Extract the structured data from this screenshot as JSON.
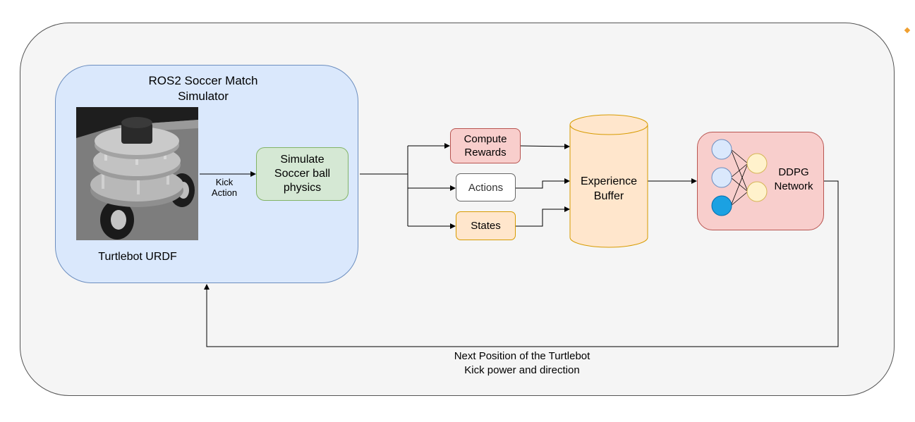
{
  "simulator": {
    "title_line1": "ROS2 Soccer Match",
    "title_line2": "Simulator",
    "robot_caption": "Turtlebot URDF",
    "physics_line1": "Simulate",
    "physics_line2": "Soccer ball",
    "physics_line3": "physics",
    "kick_line1": "Kick",
    "kick_line2": "Action"
  },
  "signals": {
    "rewards_line1": "Compute",
    "rewards_line2": "Rewards",
    "actions": "Actions",
    "states": "States"
  },
  "buffer": {
    "line1": "Experience",
    "line2": "Buffer"
  },
  "ddpg": {
    "line1": "DDPG",
    "line2": "Network"
  },
  "feedback": {
    "line1": "Next Position of the Turtlebot",
    "line2": "Kick power and direction"
  },
  "colors": {
    "sim_fill": "#dae8fc",
    "physics_fill": "#d5e8d4",
    "rewards_fill": "#f8cecc",
    "states_fill": "#ffe6cc",
    "buffer_fill": "#ffe6cc",
    "neuron_blue": "#1ba1e2",
    "neuron_light": "#dae8fc",
    "neuron_yellow": "#fff2cc"
  }
}
